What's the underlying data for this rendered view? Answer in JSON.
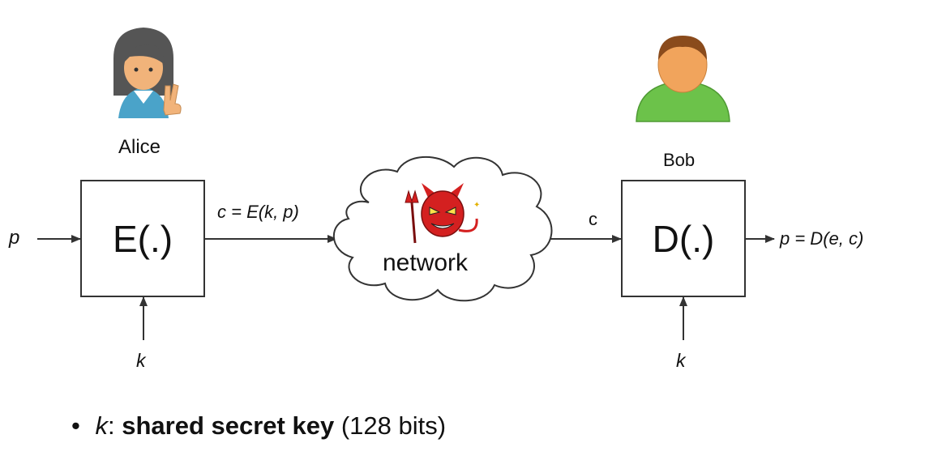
{
  "alice": {
    "name": "Alice"
  },
  "bob": {
    "name": "Bob"
  },
  "encrypt_box": {
    "label": "E(.)"
  },
  "decrypt_box": {
    "label": "D(.)"
  },
  "network": {
    "label": "network"
  },
  "labels": {
    "plaintext_in": "p",
    "ciphertext_expr": "c = E(k, p)",
    "ciphertext_short": "c",
    "plaintext_out": "p = D(e, c)",
    "key_left": "k",
    "key_right": "k"
  },
  "bullet": {
    "marker": "•",
    "term": "k",
    "colon": ":",
    "bold_text": "shared secret key",
    "rest": "(128 bits)"
  },
  "colors": {
    "alice_hair": "#555555",
    "alice_shirt": "#4aa3c9",
    "skin": "#f1b37a",
    "bob_hair": "#8a4b1c",
    "bob_shirt": "#6cc24a",
    "devil": "#d42020",
    "line": "#333333"
  }
}
